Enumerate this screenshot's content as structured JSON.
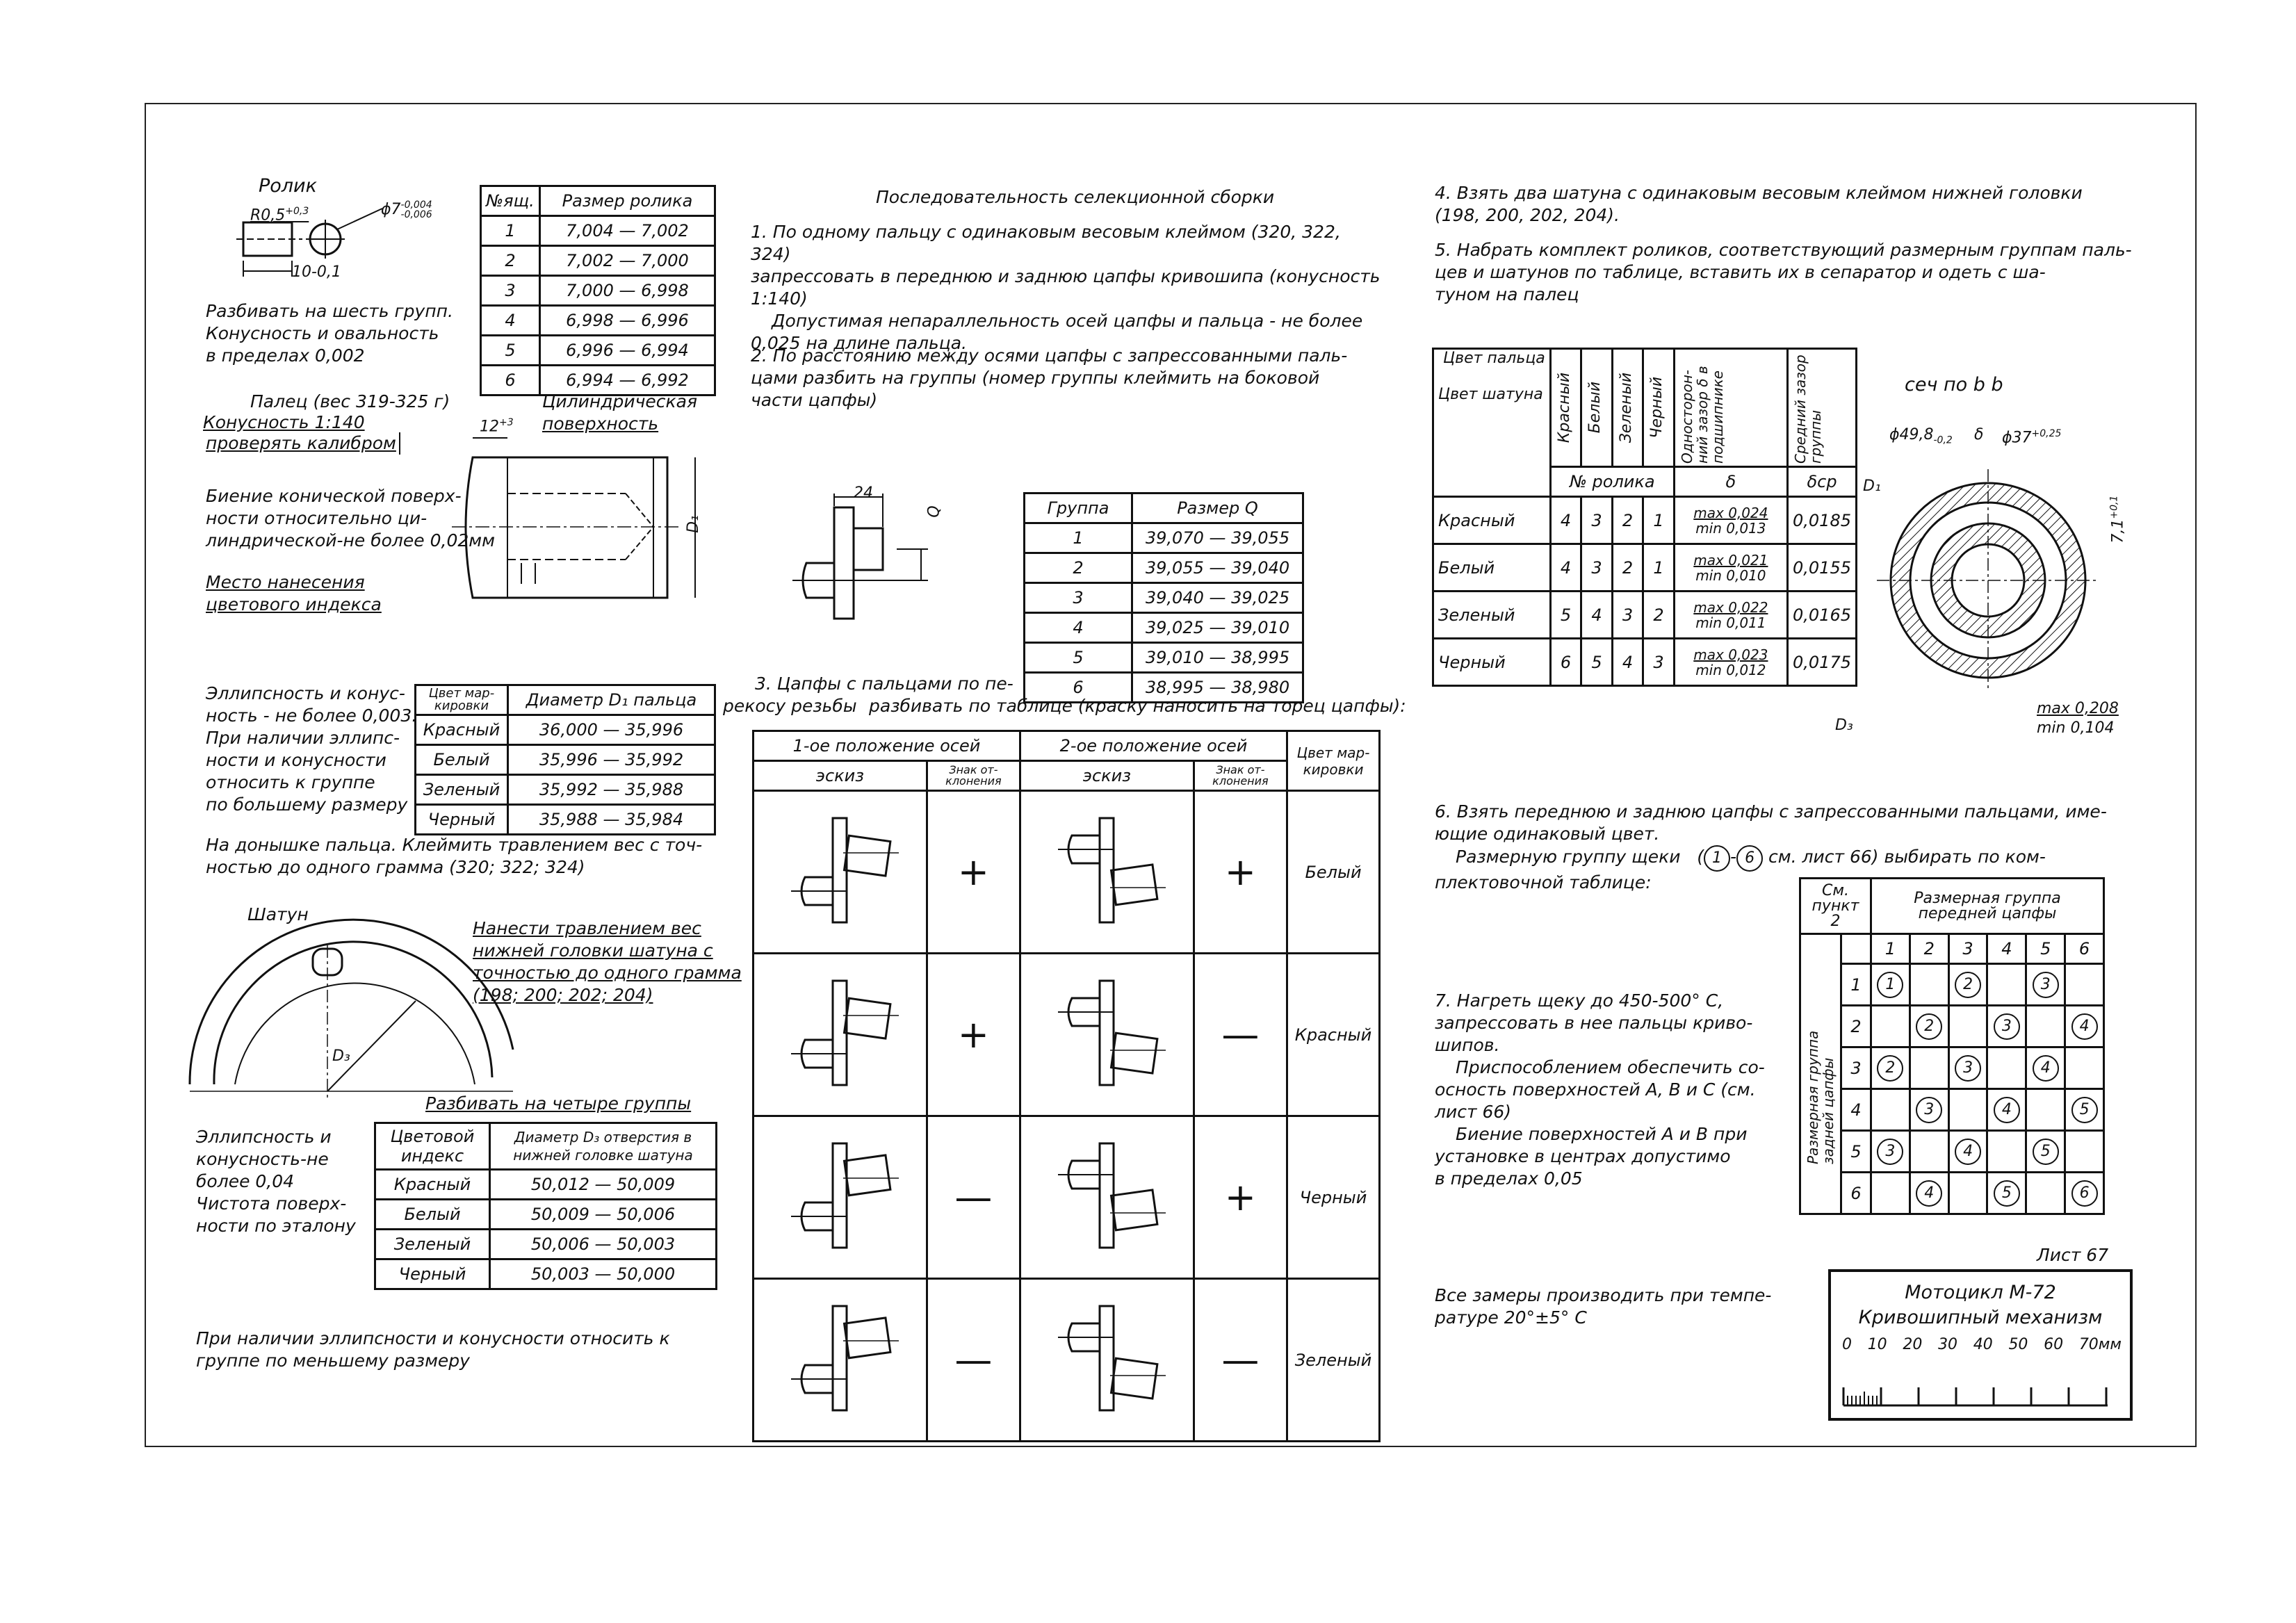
{
  "roller": {
    "title": "Ролик",
    "dim_r": "R0,5",
    "dim_r_tol": "+0,3",
    "dim_phi": "ϕ7",
    "dim_phi_tol_hi": "-0,004",
    "dim_phi_tol_lo": "-0,006",
    "dim_len": "10-0,1",
    "note": [
      "Разбивать на шесть групп.",
      "Конусность и овальность",
      "в пределах 0,002"
    ],
    "table": {
      "headers": [
        "№ящ.",
        "Размер ролика"
      ],
      "rows": [
        [
          "1",
          "7,004 — 7,002"
        ],
        [
          "2",
          "7,002 — 7,000"
        ],
        [
          "3",
          "7,000 — 6,998"
        ],
        [
          "4",
          "6,998 — 6,996"
        ],
        [
          "5",
          "6,996 — 6,994"
        ],
        [
          "6",
          "6,994 — 6,992"
        ]
      ]
    }
  },
  "pin": {
    "title": "Палец (вес 319-325 г)",
    "taper": "Конусность 1:140",
    "check": "проверять калибром",
    "cyl": [
      "Цилиндрическая",
      "поверхность"
    ],
    "dim_12": "12",
    "dim_12_tol": "+3",
    "runout": [
      "Биение конической поверх-",
      "ности относительно ци-",
      "линдрической-не более 0,02мм"
    ],
    "mark_place": [
      "Место нанесения",
      "цветового индекса"
    ],
    "d1": "D₁",
    "ellipse_note": [
      "Эллипсность и конус-",
      "ность - не более 0,003.",
      "При наличии эллипс-",
      "ности и конусности",
      "относить к группе",
      "по большему размеру"
    ],
    "table": {
      "headers": [
        "Цвет мар-кировки",
        "Диаметр D₁ пальца"
      ],
      "rows": [
        [
          "Красный",
          "36,000 — 35,996"
        ],
        [
          "Белый",
          "35,996 — 35,992"
        ],
        [
          "Зеленый",
          "35,992 — 35,988"
        ],
        [
          "Черный",
          "35,988 — 35,984"
        ]
      ]
    },
    "bottom_note": [
      "На донышке пальца. Клеймить травлением вес с точ-",
      "ностью до одного грамма (320; 322; 324)"
    ]
  },
  "rod": {
    "title": "Шатун",
    "etch_note": [
      "Нанести травлением вес",
      "нижней головки шатуна с",
      "точностью до одного грамма",
      "(198; 200; 202; 204)"
    ],
    "d3": "D₃",
    "split": "Разбивать на четыре группы",
    "ellipse_note": [
      "Эллипсность и",
      "конусность-не",
      "более 0,04",
      "Чистота поверх-",
      "ности по эталону"
    ],
    "table": {
      "headers": [
        "Цветовой индекс",
        "Диаметр D₃ отверстия в нижней головке шатуна"
      ],
      "rows": [
        [
          "Красный",
          "50,012 — 50,009"
        ],
        [
          "Белый",
          "50,009 — 50,006"
        ],
        [
          "Зеленый",
          "50,006 — 50,003"
        ],
        [
          "Черный",
          "50,003 — 50,000"
        ]
      ]
    },
    "bottom_note": [
      "При наличии эллипсности и конусности относить к",
      "группе по меньшему размеру"
    ]
  },
  "sequence": {
    "title": "Последовательность селекционной сборки",
    "p1": [
      "1. По одному пальцу с одинаковым весовым клеймом (320, 322, 324)",
      "запрессовать в переднюю и заднюю цапфы кривошипа (конусность",
      "1:140)"
    ],
    "p1b": [
      "Допустимая непараллельность осей цапфы и пальца - не более",
      "0,025 на длине пальца."
    ],
    "p2": [
      "2. По расстоянию между осями цапфы с запрессованными паль-",
      "цами разбить на группы (номер группы клеймить на боковой",
      "части цапфы)"
    ],
    "dim_24": "24",
    "dim_q": "Q",
    "group_table": {
      "headers": [
        "Группа",
        "Размер Q"
      ],
      "rows": [
        [
          "1",
          "39,070 — 39,055"
        ],
        [
          "2",
          "39,055 — 39,040"
        ],
        [
          "3",
          "39,040 — 39,025"
        ],
        [
          "4",
          "39,025 — 39,010"
        ],
        [
          "5",
          "39,010 — 38,995"
        ],
        [
          "6",
          "38,995 — 38,980"
        ]
      ]
    },
    "p3a": [
      "3. Цапфы с пальцами по пе-",
      "рекосу резьбы"
    ],
    "p3b": "разбивать по таблице (краску наносить на торец цапфы):",
    "axes_table": {
      "pos1": "1-ое положение осей",
      "pos2": "2-ое положение осей",
      "color": "Цвет мар-кировки",
      "sketch": "эскиз",
      "sign": "Знак от-клонения",
      "rows": [
        {
          "s1": "+",
          "s2": "+",
          "color": "Белый"
        },
        {
          "s1": "+",
          "s2": "—",
          "color": "Красный"
        },
        {
          "s1": "—",
          "s2": "+",
          "color": "Черный"
        },
        {
          "s1": "—",
          "s2": "—",
          "color": "Зеленый"
        }
      ]
    }
  },
  "right": {
    "p4": [
      "4. Взять два шатуна с одинаковым весовым клеймом нижней головки",
      "(198, 200, 202, 204)."
    ],
    "p5": [
      "5. Набрать комплект роликов, соответствующий размерным группам паль-",
      "цев и шатунов по таблице, вставить их в сепаратор и одеть с ша-",
      "туном на палец"
    ],
    "sel_table": {
      "pin_color": "Цвет пальца",
      "rod_color": "Цвет шатуна",
      "cols": [
        "Красный",
        "Белый",
        "Зеленый",
        "Черный"
      ],
      "clearance": "Односторон-ний зазор δ в подшипнике",
      "avg": "Средний зазор группы",
      "roller_no": "№ ролика",
      "delta": "δ",
      "delta_avg": "δср",
      "rows": [
        {
          "name": "Красный",
          "n": [
            "4",
            "3",
            "2",
            "1"
          ],
          "max": "max 0,024",
          "min": "min 0,013",
          "avg": "0,0185"
        },
        {
          "name": "Белый",
          "n": [
            "4",
            "3",
            "2",
            "1"
          ],
          "max": "max 0,021",
          "min": "min 0,010",
          "avg": "0,0155"
        },
        {
          "name": "Зеленый",
          "n": [
            "5",
            "4",
            "3",
            "2"
          ],
          "max": "max 0,022",
          "min": "min 0,011",
          "avg": "0,0165"
        },
        {
          "name": "Черный",
          "n": [
            "6",
            "5",
            "4",
            "3"
          ],
          "max": "max 0,023",
          "min": "min 0,012",
          "avg": "0,0175"
        }
      ]
    },
    "section": {
      "title": "сеч по b b",
      "phi1": "ϕ49,8",
      "phi1_tol": "-0,2",
      "phi2": "ϕ37",
      "phi2_tol": "+0,25",
      "delta": "δ",
      "dim_71": "7,1",
      "dim_71_tol": "+0,1",
      "d1": "D₁",
      "d3": "D₃",
      "max": "max 0,208",
      "min": "min 0,104"
    },
    "p6": [
      "6. Взять переднюю и заднюю цапфы с запрессованными пальцами, име-",
      "ющие одинаковый цвет."
    ],
    "p6b_pre": "Размерную группу щеки",
    "p6b_c1": "1",
    "p6b_c2": "6",
    "p6b_post": "см. лист 66) выбирать по ком-",
    "p6c": "плектовочной таблице:",
    "cheek_table": {
      "corner": [
        "См.",
        "пункт",
        "2"
      ],
      "front": "Размерная группа передней цапфы",
      "rear": "Размерная группа задней цапфы",
      "cols": [
        "1",
        "2",
        "3",
        "4",
        "5",
        "6"
      ],
      "rows": [
        {
          "r": "1",
          "cells": [
            "1",
            "",
            "2",
            "",
            "3",
            ""
          ]
        },
        {
          "r": "2",
          "cells": [
            "",
            "2",
            "",
            "3",
            "",
            "4"
          ]
        },
        {
          "r": "3",
          "cells": [
            "2",
            "",
            "3",
            "",
            "4",
            ""
          ]
        },
        {
          "r": "4",
          "cells": [
            "",
            "3",
            "",
            "4",
            "",
            "5"
          ]
        },
        {
          "r": "5",
          "cells": [
            "3",
            "",
            "4",
            "",
            "5",
            ""
          ]
        },
        {
          "r": "6",
          "cells": [
            "",
            "4",
            "",
            "5",
            "",
            "6"
          ]
        }
      ]
    },
    "p7": [
      "7. Нагреть щеку до 450-500° С,",
      "запрессовать в нее пальцы криво-",
      "шипов."
    ],
    "p7b": [
      "Приспособлением обеспечить со-",
      "осность поверхностей А, В и С (см.",
      "лист 66)"
    ],
    "p7c": [
      "Биение поверхностей А и В при",
      "установке в центрах допустимо",
      "в пределах 0,05"
    ],
    "temp": [
      "Все замеры производить при темпе-",
      "ратуре   20°±5° С"
    ],
    "sheet_no": "Лист 67",
    "stamp": {
      "line1": "Мотоцикл М-72",
      "line2": "Кривошипный механизм",
      "scale": [
        "0",
        "10",
        "20",
        "30",
        "40",
        "50",
        "60",
        "70мм"
      ]
    }
  }
}
